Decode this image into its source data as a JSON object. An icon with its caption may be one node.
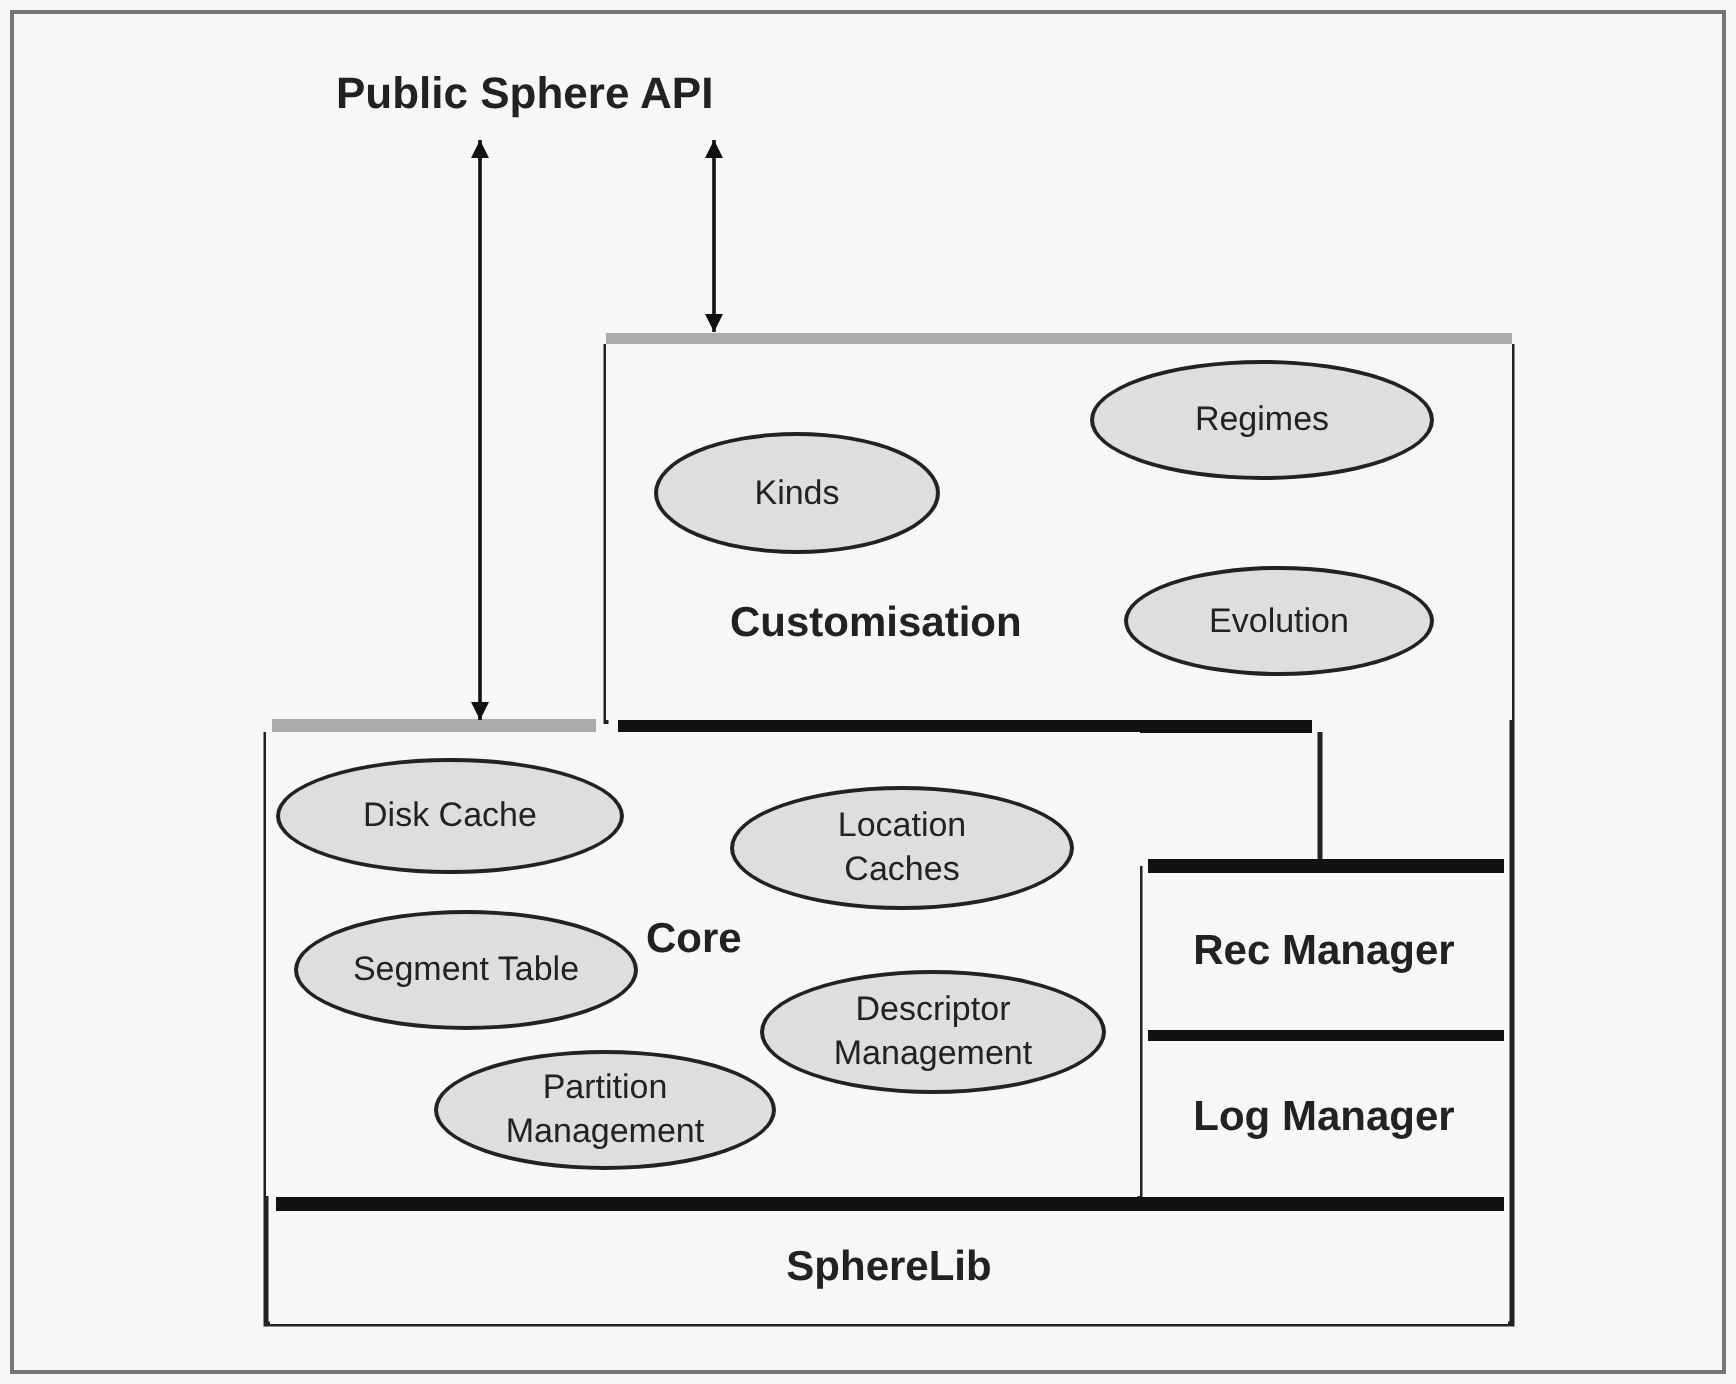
{
  "diagram": {
    "nodes": [
      {
        "text": [
          "Public Sphere API"
        ]
      },
      {
        "text": [
          "Customisation"
        ]
      },
      {
        "text": [
          "Kinds"
        ],
        "in": 1
      },
      {
        "text": [
          "Regimes"
        ],
        "in": 1
      },
      {
        "text": [
          "Evolution"
        ],
        "in": 1
      },
      {
        "text": [
          "Core"
        ]
      },
      {
        "text": [
          "Disk Cache"
        ],
        "in": 5
      },
      {
        "text": [
          "Location Caches"
        ],
        "in": 5
      },
      {
        "text": [
          "Segment Table"
        ],
        "in": 5
      },
      {
        "text": [
          "Descriptor Management"
        ],
        "in": 5
      },
      {
        "text": [
          "Partition Management"
        ],
        "in": 5
      },
      {
        "text": [
          "Rec Manager"
        ]
      },
      {
        "text": [
          "Log Manager"
        ]
      },
      {
        "text": [
          "SphereLib"
        ]
      }
    ],
    "edges": [
      {
        "from": 0,
        "to": 5,
        "arrow": "both"
      },
      {
        "from": 0,
        "to": 1,
        "arrow": "both"
      }
    ]
  }
}
